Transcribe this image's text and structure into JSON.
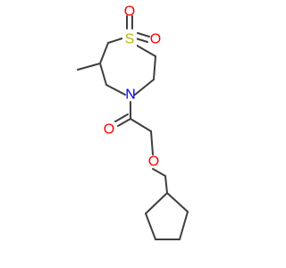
{
  "molecule": {
    "atoms": {
      "sulfur": {
        "symbol": "S",
        "color": "#b8b800"
      },
      "sulfonyl_oxygen_top": {
        "symbol": "O",
        "color": "#ff0000"
      },
      "sulfonyl_oxygen_right": {
        "symbol": "O",
        "color": "#ff0000"
      },
      "ring_nitrogen": {
        "symbol": "N",
        "color": "#0000ff"
      },
      "carbonyl_oxygen": {
        "symbol": "O",
        "color": "#ff0000"
      },
      "ether_oxygen": {
        "symbol": "O",
        "color": "#ff0000"
      }
    },
    "bond_color": "#3f3f3f"
  }
}
